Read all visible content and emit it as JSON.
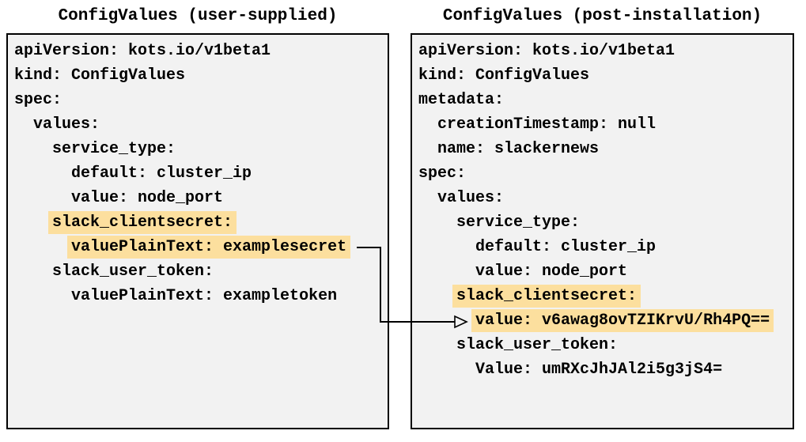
{
  "colors": {
    "page_bg": "#ffffff",
    "panel_bg": "#f2f2f2",
    "panel_border": "#000000",
    "highlight": "#fcdf9e",
    "text": "#000000",
    "arrow": "#000000"
  },
  "left_panel": {
    "title": "ConfigValues (user-supplied)",
    "lines": [
      {
        "indent": "",
        "text": "apiVersion: kots.io/v1beta1",
        "hl": false
      },
      {
        "indent": "",
        "text": "kind: ConfigValues",
        "hl": false
      },
      {
        "indent": "",
        "text": "spec:",
        "hl": false
      },
      {
        "indent": "  ",
        "text": "values:",
        "hl": false
      },
      {
        "indent": "    ",
        "text": "service_type:",
        "hl": false
      },
      {
        "indent": "      ",
        "text": "default: cluster_ip",
        "hl": false
      },
      {
        "indent": "      ",
        "text": "value: node_port",
        "hl": false
      },
      {
        "indent": "    ",
        "text": "slack_clientsecret:",
        "hl": true
      },
      {
        "indent": "      ",
        "text": "valuePlainText: examplesecret",
        "hl": true
      },
      {
        "indent": "    ",
        "text": "slack_user_token:",
        "hl": false
      },
      {
        "indent": "      ",
        "text": "valuePlainText: exampletoken",
        "hl": false
      }
    ]
  },
  "right_panel": {
    "title": "ConfigValues (post-installation)",
    "lines": [
      {
        "indent": "",
        "text": "apiVersion: kots.io/v1beta1",
        "hl": false
      },
      {
        "indent": "",
        "text": "kind: ConfigValues",
        "hl": false
      },
      {
        "indent": "",
        "text": "metadata:",
        "hl": false
      },
      {
        "indent": "  ",
        "text": "creationTimestamp: null",
        "hl": false
      },
      {
        "indent": "  ",
        "text": "name: slackernews",
        "hl": false
      },
      {
        "indent": "",
        "text": "spec:",
        "hl": false
      },
      {
        "indent": "  ",
        "text": "values:",
        "hl": false
      },
      {
        "indent": "    ",
        "text": "service_type:",
        "hl": false
      },
      {
        "indent": "      ",
        "text": "default: cluster_ip",
        "hl": false
      },
      {
        "indent": "      ",
        "text": "value: node_port",
        "hl": false
      },
      {
        "indent": "    ",
        "text": "slack_clientsecret:",
        "hl": true
      },
      {
        "indent": "      ",
        "text": "value: v6awag8ovTZIKrvU/Rh4PQ==",
        "hl": true
      },
      {
        "indent": "    ",
        "text": "slack_user_token:",
        "hl": false
      },
      {
        "indent": "      ",
        "text": "Value: umRXcJhJAl2i5g3jS4=",
        "hl": false
      }
    ]
  },
  "arrow": {
    "from_line": "valuePlainText: examplesecret",
    "to_line": "value: v6awag8ovTZIKrvU/Rh4PQ=="
  }
}
